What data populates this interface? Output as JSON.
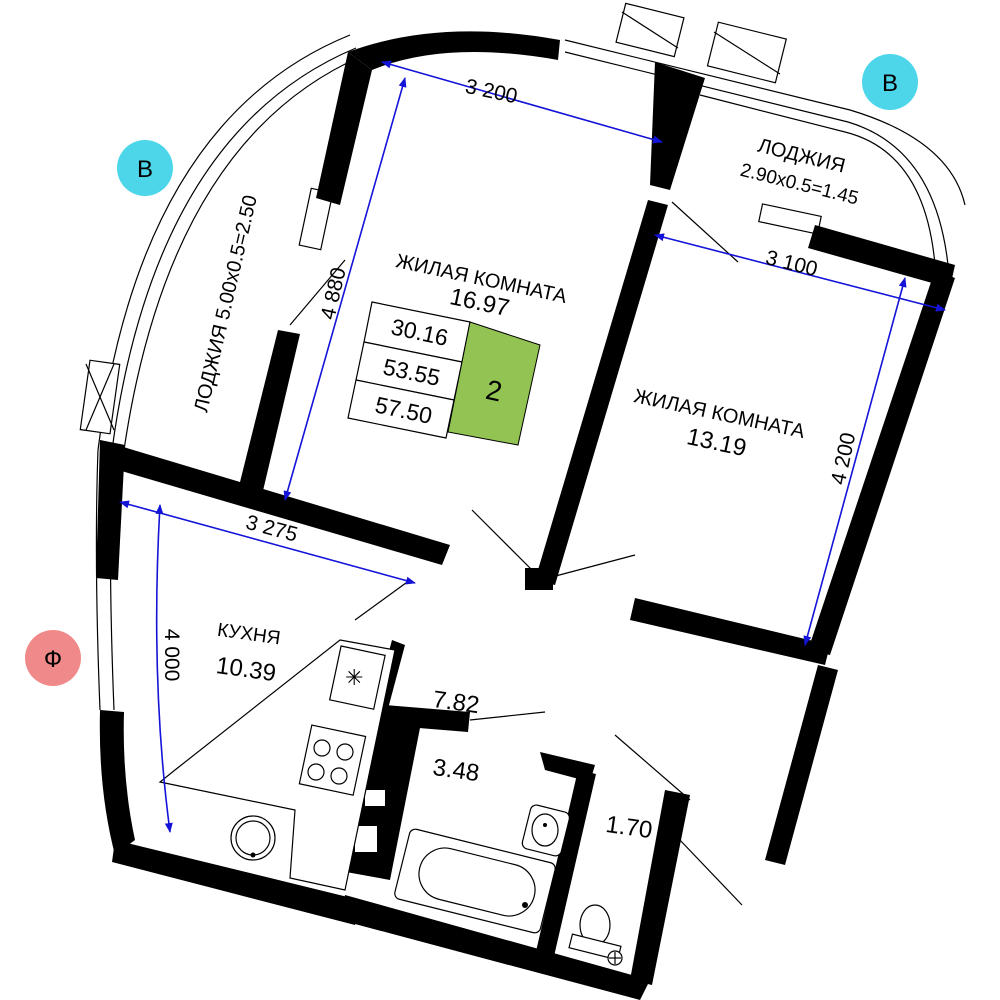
{
  "rooms": {
    "living1": {
      "name": "ЖИЛАЯ КОМНАТА",
      "area": "16.97"
    },
    "living2": {
      "name": "ЖИЛАЯ КОМНАТА",
      "area": "13.19"
    },
    "kitchen": {
      "name": "КУХНЯ",
      "area": "10.39"
    },
    "hall": {
      "area": "7.82"
    },
    "bath": {
      "area": "3.48"
    },
    "wc": {
      "area": "1.70"
    },
    "loggia_left": {
      "label": "ЛОДЖИЯ 5.00x0.5=2.50"
    },
    "loggia_right": {
      "name": "ЛОДЖИЯ",
      "formula": "2.90x0.5=1.45"
    }
  },
  "summary": {
    "living_area": "30.16",
    "total_area": "53.55",
    "total_with_loggia": "57.50",
    "rooms_count": "2",
    "badge_color": "#92c353"
  },
  "dimensions": {
    "living1_width": "3 200",
    "living1_length": "4 880",
    "living2_width": "3 100",
    "living2_length": "4 200",
    "kitchen_width": "3 275",
    "kitchen_length": "4 000"
  },
  "orientation": {
    "left": {
      "label": "В",
      "color": "#4dd6ea"
    },
    "right": {
      "label": "В",
      "color": "#4dd6ea"
    },
    "facade": {
      "label": "Ф",
      "color": "#f08a8a"
    }
  }
}
